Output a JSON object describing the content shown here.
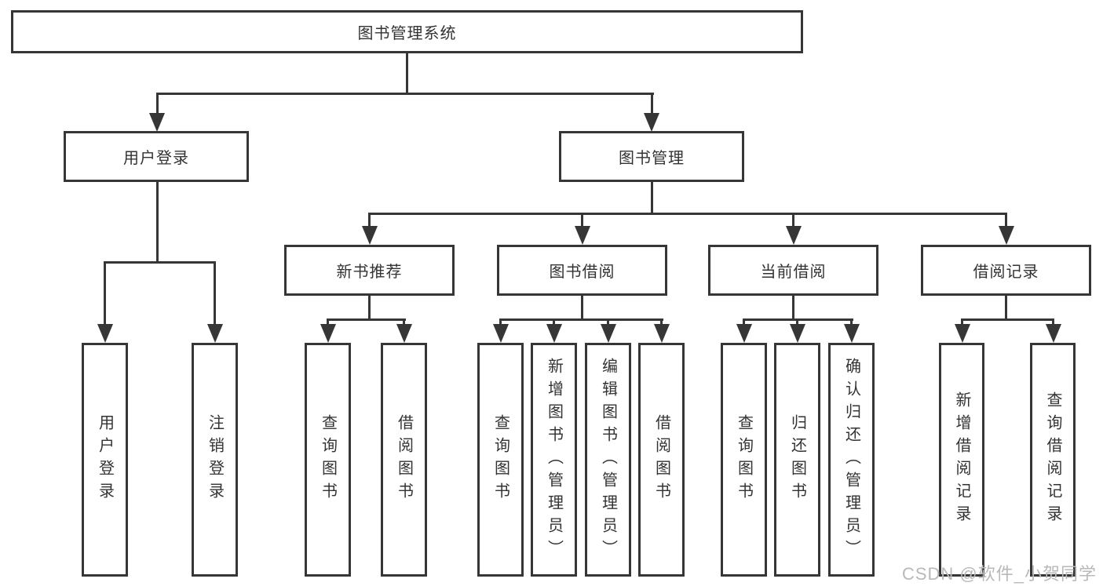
{
  "nodes": {
    "root": {
      "label": "图书管理系统"
    },
    "user_login": {
      "label": "用户登录"
    },
    "book_mgmt": {
      "label": "图书管理"
    },
    "new_book_rec": {
      "label": "新书推荐"
    },
    "book_borrow": {
      "label": "图书借阅"
    },
    "current_borrow": {
      "label": "当前借阅"
    },
    "borrow_record": {
      "label": "借阅记录"
    },
    "user_login_leaf": {
      "label": "用户登录"
    },
    "logout_leaf": {
      "label": "注销登录"
    },
    "nbr_query": {
      "label": "查询图书"
    },
    "nbr_borrow": {
      "label": "借阅图书"
    },
    "bb_query": {
      "label": "查询图书"
    },
    "bb_add": {
      "label": "新增图书（管理员）"
    },
    "bb_edit": {
      "label": "编辑图书（管理员）"
    },
    "bb_borrow": {
      "label": "借阅图书"
    },
    "cb_query": {
      "label": "查询图书"
    },
    "cb_return": {
      "label": "归还图书"
    },
    "cb_confirm": {
      "label": "确认归还（管理员）"
    },
    "br_add": {
      "label": "新增借阅记录"
    },
    "br_query": {
      "label": "查询借阅记录"
    }
  },
  "watermark": {
    "text": "CSDN @软件_小贺同学"
  },
  "colors": {
    "line": "#363636",
    "text": "#333333",
    "watermark": "#b9b9b9",
    "background": "#ffffff"
  }
}
